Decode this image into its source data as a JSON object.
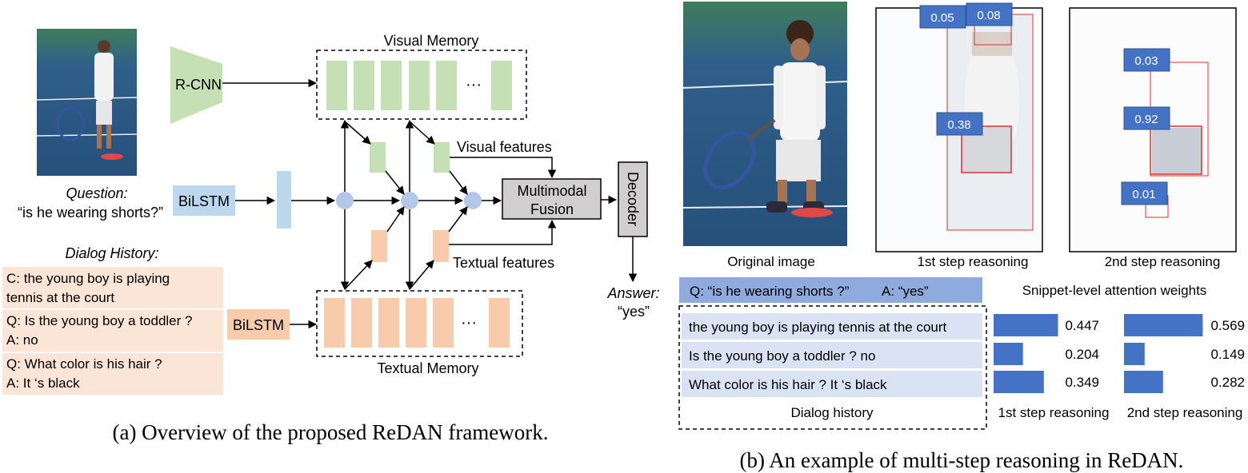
{
  "left": {
    "question_label": "Question:",
    "question_text": "“is he wearing shorts?”",
    "dialog_history_label": "Dialog History:",
    "history": [
      {
        "line1": "C: the young boy is playing",
        "line2": "tennis at the court"
      },
      {
        "line1": "Q: Is the young boy a toddler ?",
        "line2": "A: no"
      },
      {
        "line1": "Q: What color is his hair ?",
        "line2": "A: It ‘s black"
      }
    ],
    "rcnn": "R-CNN",
    "bilstm_q": "BiLSTM",
    "bilstm_h": "BiLSTM",
    "visual_memory": "Visual Memory",
    "textual_memory": "Textual Memory",
    "ellipsis": "···",
    "visual_features": "Visual features",
    "textual_features": "Textual features",
    "fusion_line1": "Multimodal",
    "fusion_line2": "Fusion",
    "decoder": "Decoder",
    "answer_label": "Answer:",
    "answer_text": "“yes”",
    "caption": "(a) Overview of the proposed ReDAN framework."
  },
  "right": {
    "original_label": "Original image",
    "step1_label": "1st step reasoning",
    "step2_label": "2nd step reasoning",
    "step1_weights": [
      "0.05",
      "0.08",
      "0.38"
    ],
    "step2_weights": [
      "0.03",
      "0.92",
      "0.01"
    ],
    "qa_q": "Q: “is he wearing shorts ?”",
    "qa_a": "A: “yes”",
    "snippet_title": "Snippet-level attention weights",
    "snippets": [
      "the young boy is playing tennis at the court",
      "Is the young boy a toddler ? no",
      "What color is his hair ? It ‘s black"
    ],
    "dialog_history_caption": "Dialog history",
    "caption": "(b) An example of multi-step reasoning in ReDAN."
  },
  "chart_data": [
    {
      "type": "bar",
      "categories": [
        "the young boy is playing tennis at the court",
        "Is the young boy a toddler ? no",
        "What color is his hair ? It ‘s black"
      ],
      "values": [
        0.447,
        0.204,
        0.349
      ],
      "xlabel": "1st step reasoning",
      "orientation": "horizontal"
    },
    {
      "type": "bar",
      "categories": [
        "the young boy is playing tennis at the court",
        "Is the young boy a toddler ? no",
        "What color is his hair ? It ‘s black"
      ],
      "values": [
        0.569,
        0.149,
        0.282
      ],
      "xlabel": "2nd step reasoning",
      "orientation": "horizontal"
    }
  ],
  "colors": {
    "green": "#c5e0b4",
    "orange": "#f8cbad",
    "peach_bg": "#fbe5d6",
    "blue_box": "#bdd7ee",
    "gray_box": "#d0cece",
    "node": "#b4c7e7",
    "badge": "#4472c4",
    "qa_bar": "#8faadc",
    "snippet_bg": "#dae3f3",
    "red": "#e03030"
  }
}
